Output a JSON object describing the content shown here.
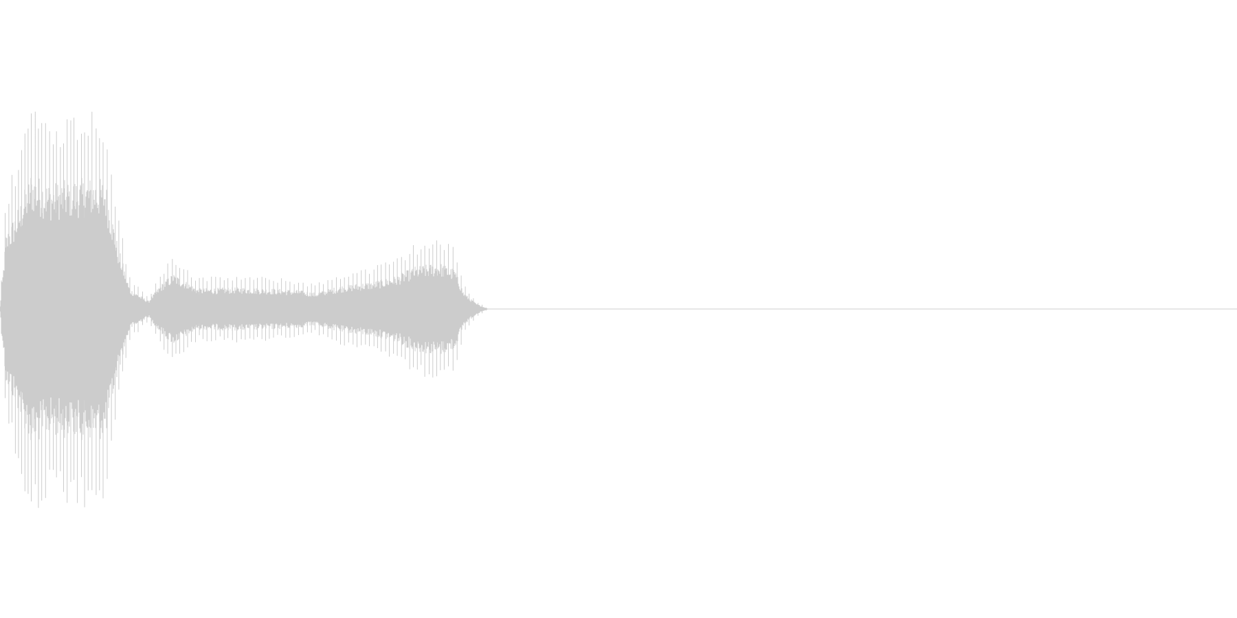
{
  "waveform": {
    "color": "#cccccc",
    "background": "#ffffff",
    "sound_fraction": 0.395,
    "envelope": [
      {
        "t": 0.0,
        "amp": 0.02
      },
      {
        "t": 0.005,
        "amp": 0.55
      },
      {
        "t": 0.015,
        "amp": 0.75
      },
      {
        "t": 0.025,
        "amp": 1.0
      },
      {
        "t": 0.04,
        "amp": 0.92
      },
      {
        "t": 0.06,
        "amp": 0.95
      },
      {
        "t": 0.075,
        "amp": 0.96
      },
      {
        "t": 0.085,
        "amp": 0.95
      },
      {
        "t": 0.095,
        "amp": 0.48
      },
      {
        "t": 0.105,
        "amp": 0.15
      },
      {
        "t": 0.12,
        "amp": 0.06
      },
      {
        "t": 0.13,
        "amp": 0.18
      },
      {
        "t": 0.14,
        "amp": 0.26
      },
      {
        "t": 0.16,
        "amp": 0.15
      },
      {
        "t": 0.19,
        "amp": 0.16
      },
      {
        "t": 0.22,
        "amp": 0.15
      },
      {
        "t": 0.24,
        "amp": 0.14
      },
      {
        "t": 0.255,
        "amp": 0.12
      },
      {
        "t": 0.275,
        "amp": 0.17
      },
      {
        "t": 0.3,
        "amp": 0.2
      },
      {
        "t": 0.32,
        "amp": 0.24
      },
      {
        "t": 0.335,
        "amp": 0.31
      },
      {
        "t": 0.355,
        "amp": 0.34
      },
      {
        "t": 0.368,
        "amp": 0.29
      },
      {
        "t": 0.375,
        "amp": 0.12
      },
      {
        "t": 0.385,
        "amp": 0.04
      },
      {
        "t": 0.395,
        "amp": 0.0
      },
      {
        "t": 1.0,
        "amp": 0.0
      }
    ]
  }
}
